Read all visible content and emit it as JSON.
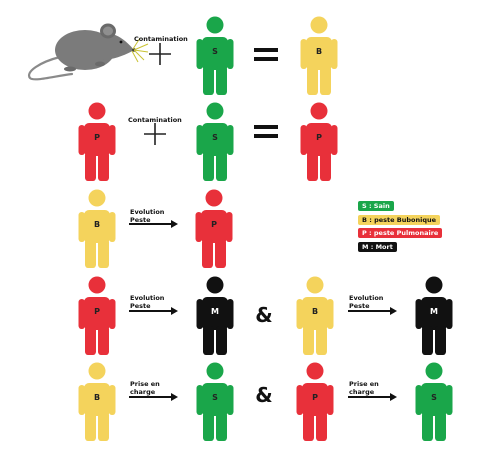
{
  "colors": {
    "S": "#1aa64a",
    "B": "#f4d35c",
    "P": "#e8303a",
    "M": "#111111",
    "rat": "#7b7b7b",
    "arrow": "#111111"
  },
  "letters": {
    "S": "S",
    "B": "B",
    "P": "P",
    "M": "M"
  },
  "symbols": {
    "plus": "+",
    "equals": "=",
    "and": "&"
  },
  "rows": [
    {
      "left": "rat",
      "label": "Contamination",
      "op": "plus",
      "right": "S",
      "result": "B"
    },
    {
      "left": "P",
      "label": "Contamination",
      "op": "plus",
      "right": "S",
      "result": "P"
    },
    {
      "left": "B",
      "label": [
        "Evolution",
        "Peste"
      ],
      "op": "arrow",
      "result": "P"
    },
    {
      "pairs": [
        {
          "left": "P",
          "label": [
            "Evolution",
            "Peste"
          ],
          "result": "M"
        },
        {
          "left": "B",
          "label": [
            "Evolution",
            "Peste"
          ],
          "result": "M"
        }
      ]
    },
    {
      "pairs": [
        {
          "left": "B",
          "label": [
            "Prise en",
            "charge"
          ],
          "result": "S"
        },
        {
          "left": "P",
          "label": [
            "Prise en",
            "charge"
          ],
          "result": "S"
        }
      ]
    }
  ],
  "labels": {
    "contamination": "Contamination",
    "evolution_line1": "Evolution",
    "evolution_line2": "Peste",
    "prise_line1": "Prise en",
    "prise_line2": "charge"
  },
  "legend": {
    "items": [
      {
        "key": "S",
        "text": "S : Sain"
      },
      {
        "key": "B",
        "text": "B : peste Bubonique"
      },
      {
        "key": "P",
        "text": "P : peste Pulmonaire"
      },
      {
        "key": "M",
        "text": "M : Mort"
      }
    ]
  }
}
